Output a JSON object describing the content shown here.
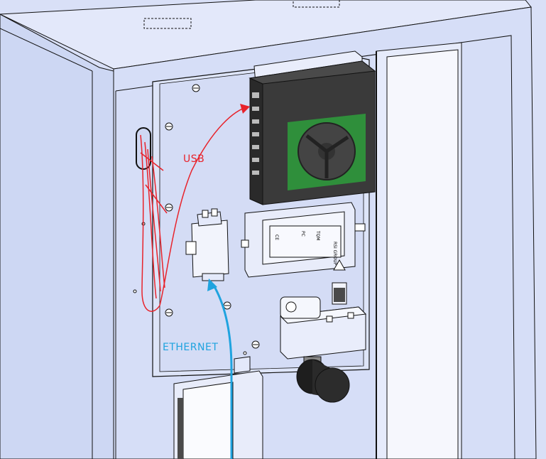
{
  "labels": {
    "usb": "USB",
    "ethernet": "ETHERNET"
  },
  "device_markings": {
    "module_line1": "TQM",
    "module_line2": "PC",
    "module_line3": "RSI GROUP",
    "module_small": "CE"
  },
  "colors": {
    "background": "#d9e0f7",
    "cabinet_face": "#d3dcf5",
    "usb": "#e8232b",
    "ethernet": "#1fa3df",
    "pc_body": "#3a3a3a",
    "fan_mesh": "#2f8f3b",
    "outline": "#1a1a1a"
  },
  "icons": [
    "screw-icon",
    "arrow-head-icon",
    "fan-icon",
    "connector-icon",
    "cylinder-motor-icon"
  ]
}
